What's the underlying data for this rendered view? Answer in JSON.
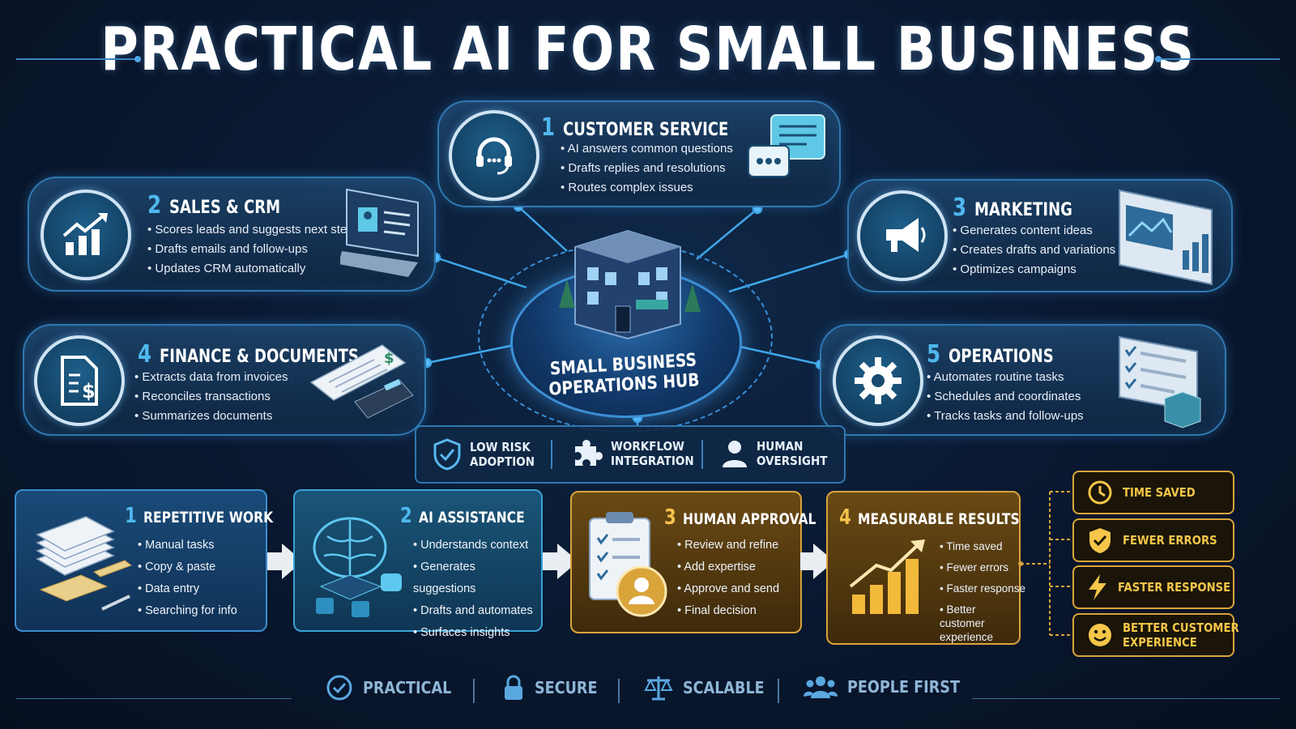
{
  "title": "PRACTICAL AI FOR SMALL BUSINESS",
  "hub": {
    "label_line1": "SMALL BUSINESS",
    "label_line2": "OPERATIONS HUB"
  },
  "functions": [
    {
      "num": "1",
      "title": "CUSTOMER SERVICE",
      "icon": "headset-icon",
      "bullets": [
        "AI answers common questions",
        "Drafts replies and resolutions",
        "Routes complex issues"
      ]
    },
    {
      "num": "2",
      "title": "SALES & CRM",
      "icon": "growth-chart-icon",
      "bullets": [
        "Scores leads and suggests next steps",
        "Drafts emails and follow-ups",
        "Updates CRM automatically"
      ]
    },
    {
      "num": "3",
      "title": "MARKETING",
      "icon": "megaphone-icon",
      "bullets": [
        "Generates content ideas",
        "Creates drafts and variations",
        "Optimizes campaigns"
      ]
    },
    {
      "num": "4",
      "title": "FINANCE & DOCUMENTS",
      "icon": "invoice-icon",
      "bullets": [
        "Extracts data from invoices",
        "Reconciles transactions",
        "Summarizes documents"
      ]
    },
    {
      "num": "5",
      "title": "OPERATIONS",
      "icon": "gear-icon",
      "bullets": [
        "Automates routine tasks",
        "Schedules and coordinates",
        "Tracks tasks and follow-ups"
      ]
    }
  ],
  "pillars": [
    {
      "line1": "LOW RISK",
      "line2": "ADOPTION",
      "icon": "shield-check-icon"
    },
    {
      "line1": "WORKFLOW",
      "line2": "INTEGRATION",
      "icon": "puzzle-icon"
    },
    {
      "line1": "HUMAN",
      "line2": "OVERSIGHT",
      "icon": "person-icon"
    }
  ],
  "process": [
    {
      "num": "1",
      "title": "REPETITIVE WORK",
      "bullets": [
        "Manual tasks",
        "Copy & paste",
        "Data entry",
        "Searching for info"
      ]
    },
    {
      "num": "2",
      "title": "AI ASSISTANCE",
      "bullets": [
        "Understands context",
        "Generates suggestions",
        "Drafts and automates",
        "Surfaces insights"
      ]
    },
    {
      "num": "3",
      "title": "HUMAN APPROVAL",
      "bullets": [
        "Review and refine",
        "Add expertise",
        "Approve and send",
        "Final decision"
      ]
    },
    {
      "num": "4",
      "title": "MEASURABLE RESULTS",
      "bullets": [
        "Time saved",
        "Fewer errors",
        "Faster response",
        "Better customer experience"
      ]
    }
  ],
  "benefits": [
    {
      "text": "TIME SAVED",
      "icon": "clock-icon"
    },
    {
      "text": "FEWER ERRORS",
      "icon": "shield-check-icon"
    },
    {
      "text": "FASTER RESPONSE",
      "icon": "lightning-icon"
    },
    {
      "text": "BETTER CUSTOMER EXPERIENCE",
      "line1": "BETTER CUSTOMER",
      "line2": "EXPERIENCE",
      "icon": "smiley-icon"
    }
  ],
  "footer": [
    {
      "text": "PRACTICAL",
      "icon": "check-circle-icon"
    },
    {
      "text": "SECURE",
      "icon": "lock-icon"
    },
    {
      "text": "SCALABLE",
      "icon": "scale-icon"
    },
    {
      "text": "PEOPLE FIRST",
      "icon": "people-icon"
    }
  ],
  "colors": {
    "accent_blue": "#4fb8ee",
    "gold": "#f5c24a",
    "background": "#0a1a33"
  }
}
